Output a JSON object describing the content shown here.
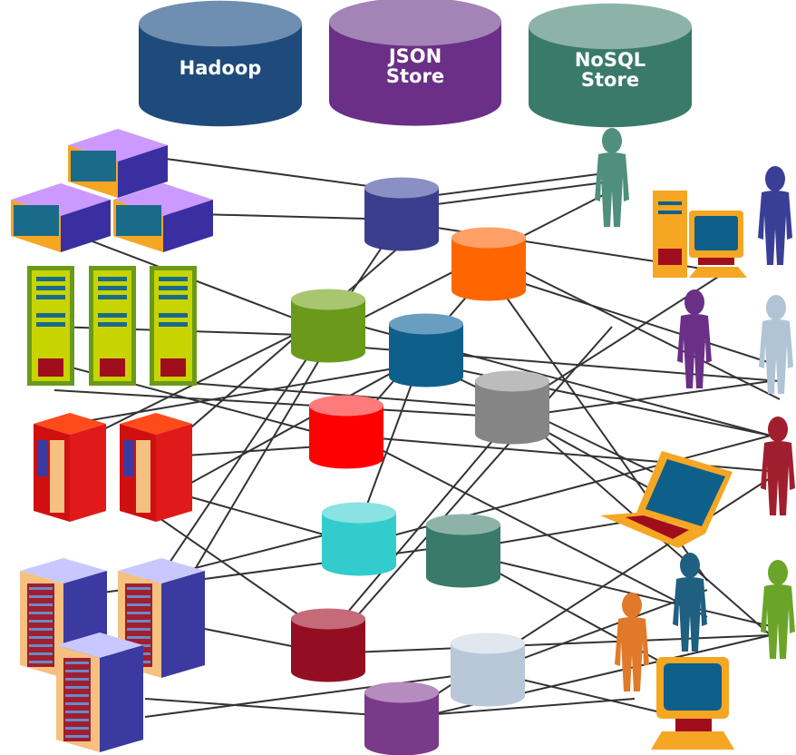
{
  "stores": [
    {
      "id": "hadoop",
      "lines": [
        "Hadoop"
      ],
      "color": "#1f4a7c",
      "top": "#6f8fb0"
    },
    {
      "id": "json",
      "lines": [
        "JSON",
        "Store"
      ],
      "color": "#6a2f86",
      "top": "#a483b6"
    },
    {
      "id": "nosql",
      "lines": [
        "NoSQL",
        "Store"
      ],
      "color": "#3a7a6a",
      "top": "#8db3a9"
    }
  ],
  "databases": [
    {
      "id": "db-navy",
      "color": "#3b3e8c",
      "top": "#8a8fc4"
    },
    {
      "id": "db-orange",
      "color": "#ff6600",
      "top": "#ffa066"
    },
    {
      "id": "db-olive",
      "color": "#6a9a1a",
      "top": "#a8c670"
    },
    {
      "id": "db-blue",
      "color": "#0e5f8a",
      "top": "#6a9ec0"
    },
    {
      "id": "db-gray",
      "color": "#858585",
      "top": "#bcbcbc"
    },
    {
      "id": "db-red",
      "color": "#ff0000",
      "top": "#ff7a7a"
    },
    {
      "id": "db-cyan",
      "color": "#33cccc",
      "top": "#8ae2e2"
    },
    {
      "id": "db-teal",
      "color": "#3a7a6a",
      "top": "#8db3a9"
    },
    {
      "id": "db-maroon",
      "color": "#930e22",
      "top": "#c46a78"
    },
    {
      "id": "db-silver",
      "color": "#b8c8d8",
      "top": "#dfe7ef"
    },
    {
      "id": "db-purple",
      "color": "#7a3a8a",
      "top": "#b68bc0"
    }
  ],
  "people": [
    {
      "id": "person-teal",
      "color": "#4f8f7c"
    },
    {
      "id": "person-navy",
      "color": "#3a3f96"
    },
    {
      "id": "person-purple",
      "color": "#6a2f86"
    },
    {
      "id": "person-silver",
      "color": "#b0c4d6"
    },
    {
      "id": "person-maroon",
      "color": "#a01f2e"
    },
    {
      "id": "person-blue",
      "color": "#1f5f7f"
    },
    {
      "id": "person-orange",
      "color": "#e07a2a"
    },
    {
      "id": "person-green",
      "color": "#6aa52a"
    }
  ],
  "devices": {
    "blade_servers": {
      "color": "#3a2fa0",
      "top": "#cc99ff",
      "grille": "#1a6a8a",
      "trim": "#f5a623"
    },
    "tower_servers": {
      "color": "#c8d400",
      "trim": "#6a9a1a",
      "slot": "#1a6a8a",
      "panel": "#a00e1e"
    },
    "red_servers": {
      "color": "#d01010",
      "side": "#f5c080"
    },
    "rack_servers": {
      "color": "#3a3aa0",
      "top": "#c8c8ff",
      "side": "#f5c080",
      "grille": "#a01e2e"
    },
    "desktop_pc": {
      "color": "#f5a623",
      "screen": "#0e5f8a"
    },
    "laptop": {
      "color": "#f5a623",
      "screen": "#0e5f8a"
    },
    "monitor": {
      "color": "#f5a623",
      "screen": "#0e5f8a"
    }
  },
  "connector_color": "#333333"
}
